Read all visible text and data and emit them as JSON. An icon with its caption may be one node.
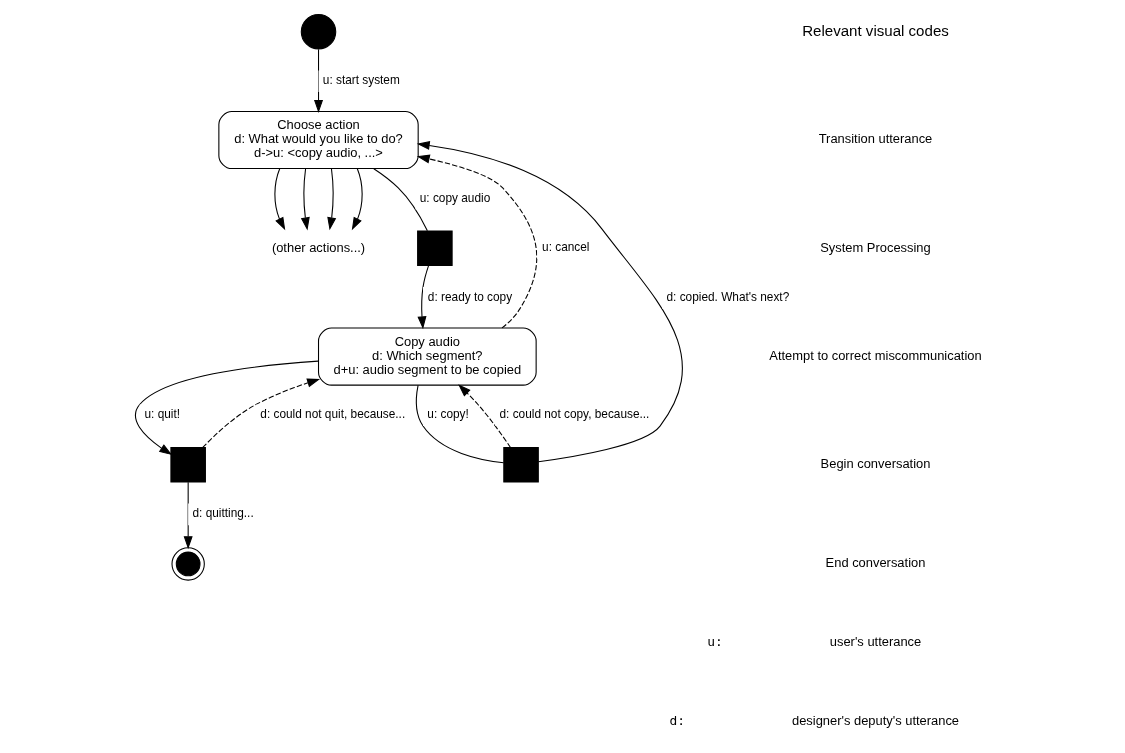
{
  "diagram": {
    "nodes": [
      {
        "text": [],
        "shape": "circle"
      },
      {
        "text": [
          "Choose action",
          "d: What would you like to do?",
          "d->u: <copy audio, ...>"
        ]
      },
      {
        "text": [
          "(other actions...)"
        ]
      },
      {
        "text": [],
        "shape": "box"
      },
      {
        "text": [
          "Copy audio",
          "d: Which segment?",
          "d+u: audio segment to be copied"
        ]
      },
      {
        "text": [],
        "shape": "box"
      },
      {
        "text": [],
        "shape": "circle"
      },
      {
        "text": [],
        "shape": "box"
      }
    ],
    "edges": [
      {
        "from": 0,
        "to": 1,
        "arrow": "to",
        "label": "u: start system"
      },
      {
        "from": 1,
        "to": 2,
        "arrow": "to"
      },
      {
        "from": 1,
        "to": 2,
        "arrow": "to"
      },
      {
        "from": 1,
        "to": 2,
        "arrow": "to"
      },
      {
        "from": 1,
        "to": 2,
        "arrow": "to"
      },
      {
        "from": 1,
        "to": 3,
        "arrow": "none",
        "label": "u: copy audio"
      },
      {
        "from": 3,
        "to": 4,
        "arrow": "to",
        "label": "d: ready to copy"
      },
      {
        "from": 4,
        "to": 1,
        "arrow": "to",
        "label": "u: cancel",
        "style": "dashed"
      },
      {
        "from": 4,
        "to": 5,
        "arrow": "to",
        "label": "u: quit!"
      },
      {
        "from": 5,
        "to": 4,
        "arrow": "to",
        "label": "d: could not quit, because...",
        "style": "dashed"
      },
      {
        "from": 5,
        "to": 6,
        "arrow": "to",
        "label": "d: quitting..."
      },
      {
        "from": 4,
        "to": 7,
        "arrow": "none",
        "label": "u: copy!"
      },
      {
        "from": 7,
        "to": 4,
        "arrow": "to",
        "label": "d: could not copy, because...",
        "style": "dashed"
      },
      {
        "from": 7,
        "to": 1,
        "arrow": "to",
        "label": "d: copied. What's next?"
      }
    ],
    "labels": [
      "Relevant visual codes",
      "u:",
      "d:"
    ],
    "legend": [
      {
        "text": "Transition utterance"
      },
      {
        "text": "System Processing"
      },
      {
        "text": "Attempt to correct miscommunication"
      },
      {
        "text": "Begin conversation"
      },
      {
        "text": "End conversation"
      },
      {
        "text": "user's utterance"
      },
      {
        "text": "designer's deputy's utterance"
      }
    ]
  }
}
